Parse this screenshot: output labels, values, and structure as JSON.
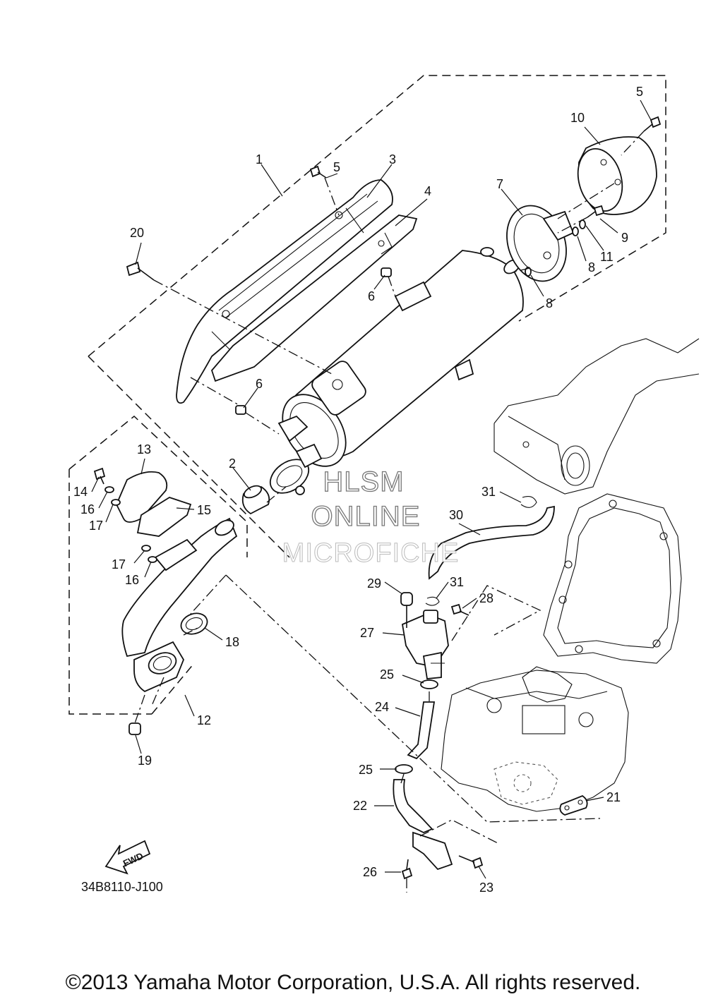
{
  "labels": {
    "l1": "1",
    "l2": "2",
    "l3": "3",
    "l4": "4",
    "l5a": "5",
    "l5b": "5",
    "l6a": "6",
    "l6b": "6",
    "l7": "7",
    "l8a": "8",
    "l8b": "8",
    "l9": "9",
    "l10": "10",
    "l11": "11",
    "l12": "12",
    "l13": "13",
    "l14": "14",
    "l15": "15",
    "l16a": "16",
    "l16b": "16",
    "l17a": "17",
    "l17b": "17",
    "l18": "18",
    "l19": "19",
    "l20": "20",
    "l21": "21",
    "l22": "22",
    "l23": "23",
    "l24": "24",
    "l25a": "25",
    "l25b": "25",
    "l26": "26",
    "l27": "27",
    "l28": "28",
    "l29": "29",
    "l30": "30",
    "l31a": "31",
    "l31b": "31"
  },
  "watermark": {
    "line1": "HLSM",
    "line2": "ONLINE",
    "line3": "MICROFICHE"
  },
  "fwd_arrow_text": "FWD",
  "diagram_code": "34B8110-J100",
  "copyright": "©2013 Yamaha Motor Corporation, U.S.A. All rights reserved."
}
